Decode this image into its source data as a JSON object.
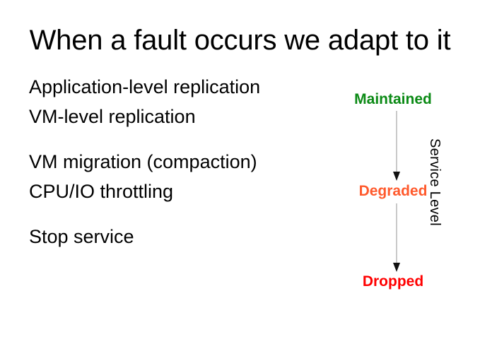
{
  "slide": {
    "title": "When a fault occurs we adapt to it",
    "background_color": "#ffffff",
    "text_color": "#000000"
  },
  "adaptations": {
    "groups": [
      {
        "lines": [
          "Application-level replication",
          "VM-level replication"
        ]
      },
      {
        "lines": [
          "VM migration (compaction)",
          "CPU/IO throttling"
        ]
      },
      {
        "lines": [
          "Stop service"
        ]
      }
    ]
  },
  "service_level": {
    "axis_caption": "Service Level",
    "levels": [
      {
        "label": "Maintained",
        "color": "#0b8a15"
      },
      {
        "label": "Degraded",
        "color": "#ff5a2d"
      },
      {
        "label": "Dropped",
        "color": "#ff0000"
      }
    ],
    "arrow_line_color": "#c9c9c9",
    "arrow_head_color": "#111111"
  }
}
